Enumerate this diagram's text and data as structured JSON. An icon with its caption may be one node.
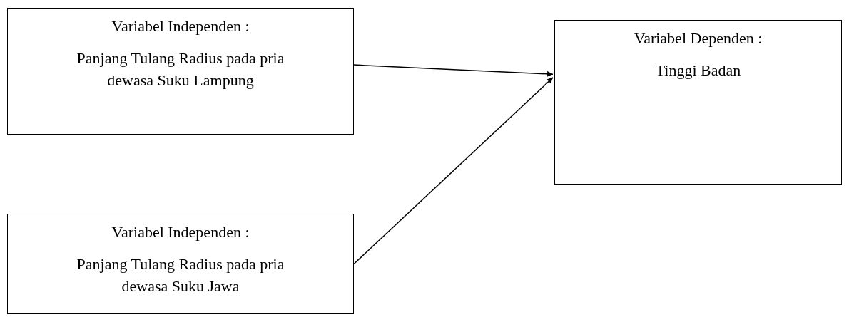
{
  "diagram": {
    "nodes": [
      {
        "text": [
          "Variabel Independen :",
          "Panjang Tulang Radius pada pria dewasa Suku Lampung"
        ]
      },
      {
        "text": [
          "Variabel Dependen :",
          "Tinggi Badan"
        ]
      },
      {
        "text": [
          "Variabel Independen :",
          "Panjang Tulang Radius pada pria dewasa Suku Jawa"
        ]
      }
    ],
    "edges": [
      {
        "from": 0,
        "to": 1,
        "arrow": "to"
      },
      {
        "from": 2,
        "to": 1,
        "arrow": "to"
      }
    ]
  }
}
